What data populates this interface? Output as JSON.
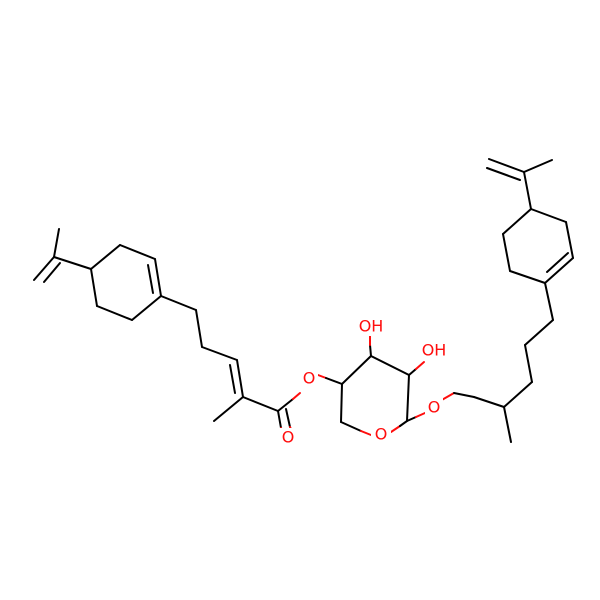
{
  "molecule": {
    "colors": {
      "carbon": "#000000",
      "oxygen": "#ff0d0d",
      "background": "#ffffff"
    },
    "atom_labels": [
      {
        "id": "o-ester",
        "text": "O"
      },
      {
        "id": "o-carbonyl",
        "text": "O"
      },
      {
        "id": "o-ring",
        "text": "O"
      },
      {
        "id": "o-ether",
        "text": "O"
      },
      {
        "id": "oh-left",
        "text": "OH"
      },
      {
        "id": "oh-right",
        "text": "OH"
      }
    ]
  }
}
